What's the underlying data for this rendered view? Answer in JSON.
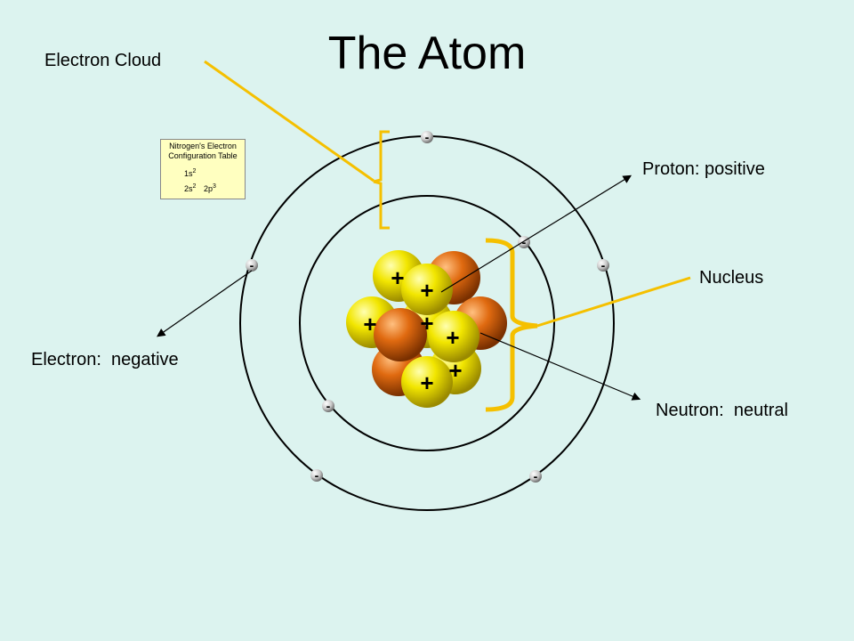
{
  "title": "The Atom",
  "labels": {
    "electron_cloud": "Electron Cloud",
    "proton": "Proton: positive",
    "nucleus": "Nucleus",
    "electron": "Electron:  negative",
    "neutron": "Neutron:  neutral"
  },
  "config_table": {
    "title_line1": "Nitrogen's Electron",
    "title_line2": "Configuration Table",
    "row1_orbital": "1s",
    "row1_exp": "2",
    "row2_orbital_a": "2s",
    "row2_exp_a": "2",
    "row2_orbital_b": "2p",
    "row2_exp_b": "3"
  },
  "symbols": {
    "proton_sign": "+",
    "electron_sign": "-"
  },
  "colors": {
    "background": "#dcf3ef",
    "proton": "#f2e600",
    "neutron": "#e06a10",
    "bracket": "#f5c000",
    "orbit": "#000000"
  }
}
